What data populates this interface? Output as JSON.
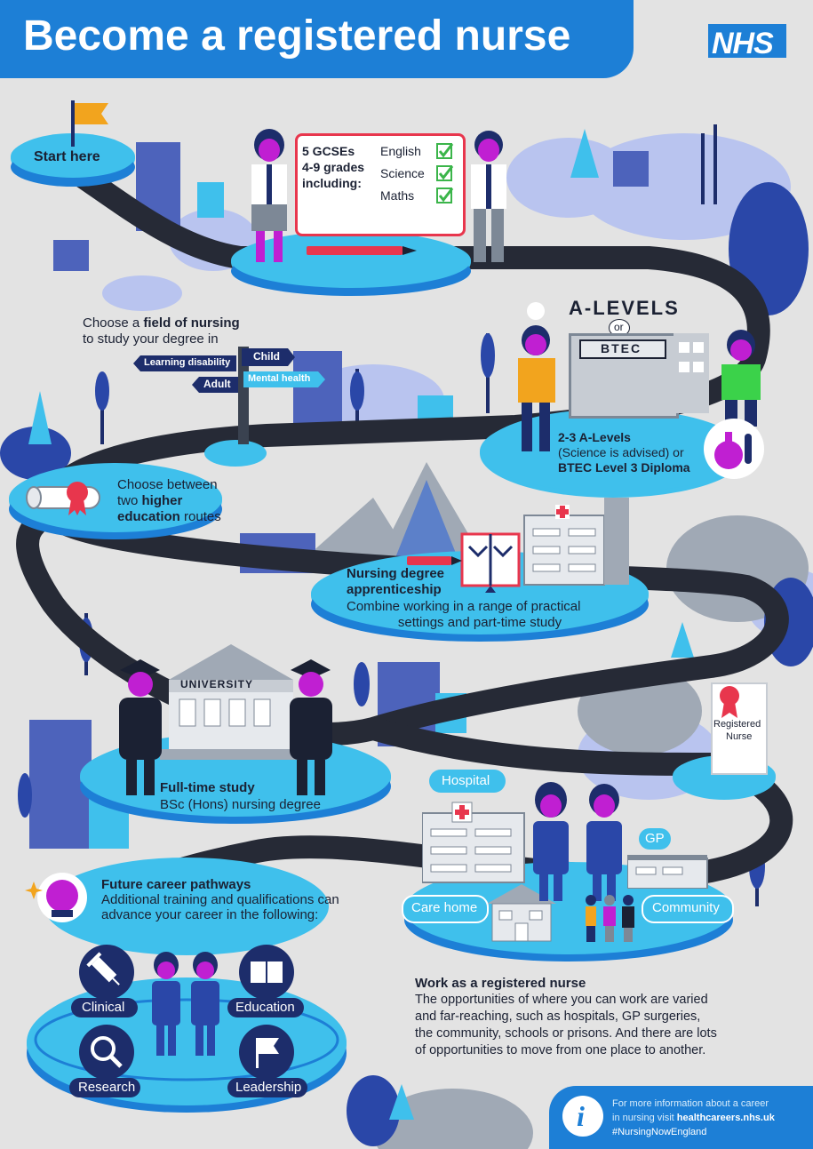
{
  "header": {
    "title": "Become a registered nurse",
    "logo": "NHS"
  },
  "start": {
    "label": "Start here"
  },
  "gcse": {
    "line1": "5 GCSEs",
    "line2": "4-9 grades",
    "line3": "including:",
    "subjects": [
      "English",
      "Science",
      "Maths"
    ]
  },
  "alevels": {
    "sign_top": "A-LEVELS",
    "sign_or": "or",
    "sign_btec": "BTEC",
    "line1": "2-3 A-Levels",
    "line2": "(Science is advised) or",
    "line3": "BTEC Level 3 Diploma"
  },
  "field": {
    "line1": "Choose a",
    "line1_bold": "field of nursing",
    "line2": "to study your degree in",
    "signs": [
      "Learning disability",
      "Child",
      "Adult",
      "Mental health"
    ]
  },
  "routes": {
    "line1": "Choose between",
    "line2_pre": "two",
    "line2_bold": "higher",
    "line3_bold": "education",
    "line3_post": "routes"
  },
  "apprenticeship": {
    "title1": "Nursing degree",
    "title2": "apprenticeship",
    "desc1": "Combine working in a range of practical",
    "desc2": "settings and part-time study"
  },
  "university": {
    "sign": "UNIVERSITY",
    "title": "Full-time study",
    "desc": "BSc (Hons) nursing degree"
  },
  "registered": {
    "line1": "Registered",
    "line2": "Nurse"
  },
  "workplaces": {
    "hospital": "Hospital",
    "gp": "GP",
    "care_home": "Care home",
    "community": "Community"
  },
  "future": {
    "title": "Future career pathways",
    "desc1": "Additional training and qualifications can",
    "desc2": "advance your career in the following:",
    "paths": [
      "Clinical",
      "Education",
      "Research",
      "Leadership"
    ]
  },
  "work": {
    "title": "Work as a registered nurse",
    "lines": [
      "The opportunities of where you can work are varied",
      "and far-reaching, such as hospitals, GP surgeries,",
      "the community, schools or prisons. And there are lots",
      "of opportunities to move from one place to another."
    ]
  },
  "footer": {
    "info_icon": "i",
    "line1": "For more information about a career",
    "line2_pre": "in nursing visit",
    "line2_link": "healthcareers.nhs.uk",
    "line3": "#NursingNowEngland"
  },
  "colors": {
    "nhs_blue": "#1d7fd6",
    "island": "#3fc0ec",
    "road": "#262a36",
    "purple": "#c01fd2",
    "navy": "#1d2d6b"
  },
  "icons": [
    "flag-icon",
    "checkbox-icon",
    "pencil-icon",
    "scroll-icon",
    "rosette-icon",
    "book-icon",
    "flask-icon",
    "syringe-icon",
    "open-book-icon",
    "magnifier-icon",
    "leadership-flag-icon",
    "crystal-ball-icon",
    "info-icon"
  ]
}
